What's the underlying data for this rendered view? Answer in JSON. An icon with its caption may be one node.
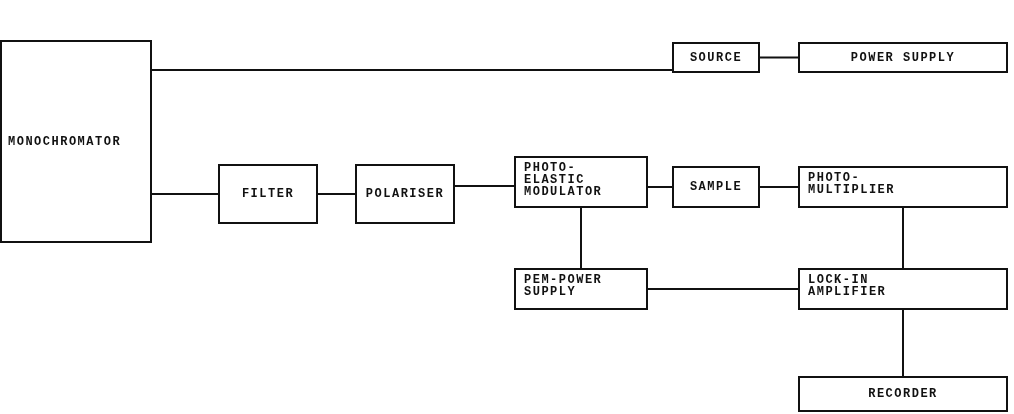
{
  "diagram": {
    "nodes": [
      {
        "text": [
          "MONOCHROMATOR"
        ]
      },
      {
        "text": [
          "SOURCE"
        ]
      },
      {
        "text": [
          "POWER SUPPLY"
        ]
      },
      {
        "text": [
          "FILTER"
        ]
      },
      {
        "text": [
          "POLARISER"
        ]
      },
      {
        "text": [
          "PHOTO- ELASTIC MODULATOR"
        ]
      },
      {
        "text": [
          "SAMPLE"
        ]
      },
      {
        "text": [
          "PHOTO- MULTIPLIER"
        ]
      },
      {
        "text": [
          "PEM-POWER SUPPLY"
        ]
      },
      {
        "text": [
          "LOCK-IN AMPLIFIER"
        ]
      },
      {
        "text": [
          "RECORDER"
        ]
      }
    ],
    "edges": [
      {
        "from": 0,
        "to": 1,
        "arrow": "none"
      },
      {
        "from": 1,
        "to": 2,
        "arrow": "none"
      },
      {
        "from": 0,
        "to": 3,
        "arrow": "none"
      },
      {
        "from": 3,
        "to": 4,
        "arrow": "none"
      },
      {
        "from": 4,
        "to": 5,
        "arrow": "none"
      },
      {
        "from": 5,
        "to": 6,
        "arrow": "none"
      },
      {
        "from": 6,
        "to": 7,
        "arrow": "none"
      },
      {
        "from": 5,
        "to": 8,
        "arrow": "none"
      },
      {
        "from": 7,
        "to": 9,
        "arrow": "none"
      },
      {
        "from": 8,
        "to": 9,
        "arrow": "none"
      },
      {
        "from": 9,
        "to": 10,
        "arrow": "none"
      }
    ]
  }
}
